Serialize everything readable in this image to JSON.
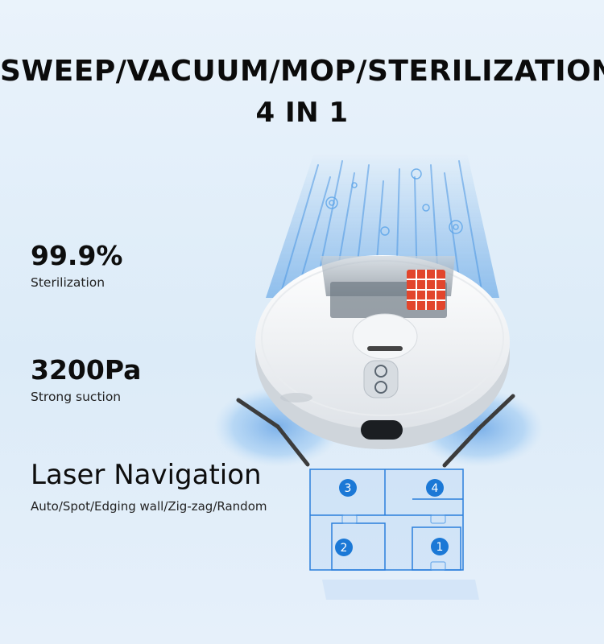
{
  "headline": {
    "line1": "SWEEP/VACUUM/MOP/STERILIZATION",
    "line2": "4 IN 1"
  },
  "features": [
    {
      "value": "99.9%",
      "label": "Sterilization"
    },
    {
      "value": "3200Pa",
      "label": "Strong suction"
    },
    {
      "value": "Laser Navigation",
      "label": "Auto/Spot/Edging wall/Zig-zag/Random"
    }
  ],
  "map": {
    "room_numbers": [
      "3",
      "4",
      "2",
      "1"
    ]
  },
  "colors": {
    "accent_blue": "#1b78d6",
    "filter_red": "#e2452c",
    "robot_white": "#f7f7f7"
  }
}
